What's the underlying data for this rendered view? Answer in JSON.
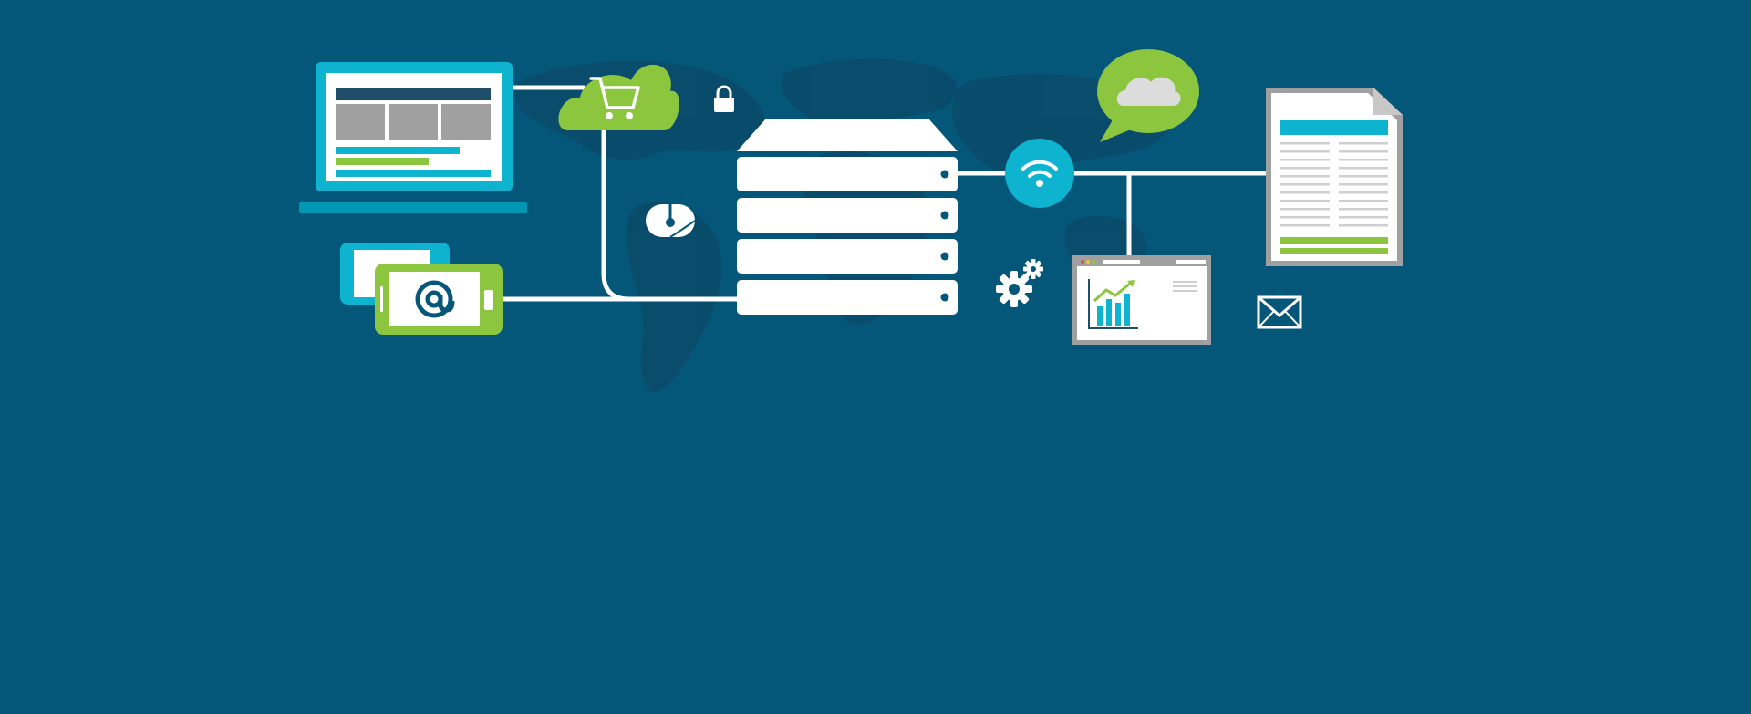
{
  "illustration": {
    "colors": {
      "background": "#05577a",
      "map": "#0a4a69",
      "white": "#ffffff",
      "cyan": "#0db3cf",
      "teal": "#0097b4",
      "green": "#8cc63f",
      "gray": "#a0a0a0",
      "dark": "#1f4e6b"
    },
    "elements": [
      {
        "name": "laptop",
        "icon": "laptop-icon"
      },
      {
        "name": "shopping-cloud",
        "icon": "cart-cloud-icon"
      },
      {
        "name": "lock",
        "icon": "lock-icon"
      },
      {
        "name": "mouse",
        "icon": "mouse-icon"
      },
      {
        "name": "server",
        "icon": "server-icon"
      },
      {
        "name": "wifi",
        "icon": "wifi-icon"
      },
      {
        "name": "chat-cloud",
        "icon": "cloud-speech-bubble-icon"
      },
      {
        "name": "document",
        "icon": "document-icon"
      },
      {
        "name": "gears",
        "icon": "gear-icon"
      },
      {
        "name": "analytics-window",
        "icon": "chart-window-icon"
      },
      {
        "name": "email",
        "icon": "envelope-icon"
      },
      {
        "name": "phones",
        "icon": "phone-at-icon"
      }
    ]
  }
}
